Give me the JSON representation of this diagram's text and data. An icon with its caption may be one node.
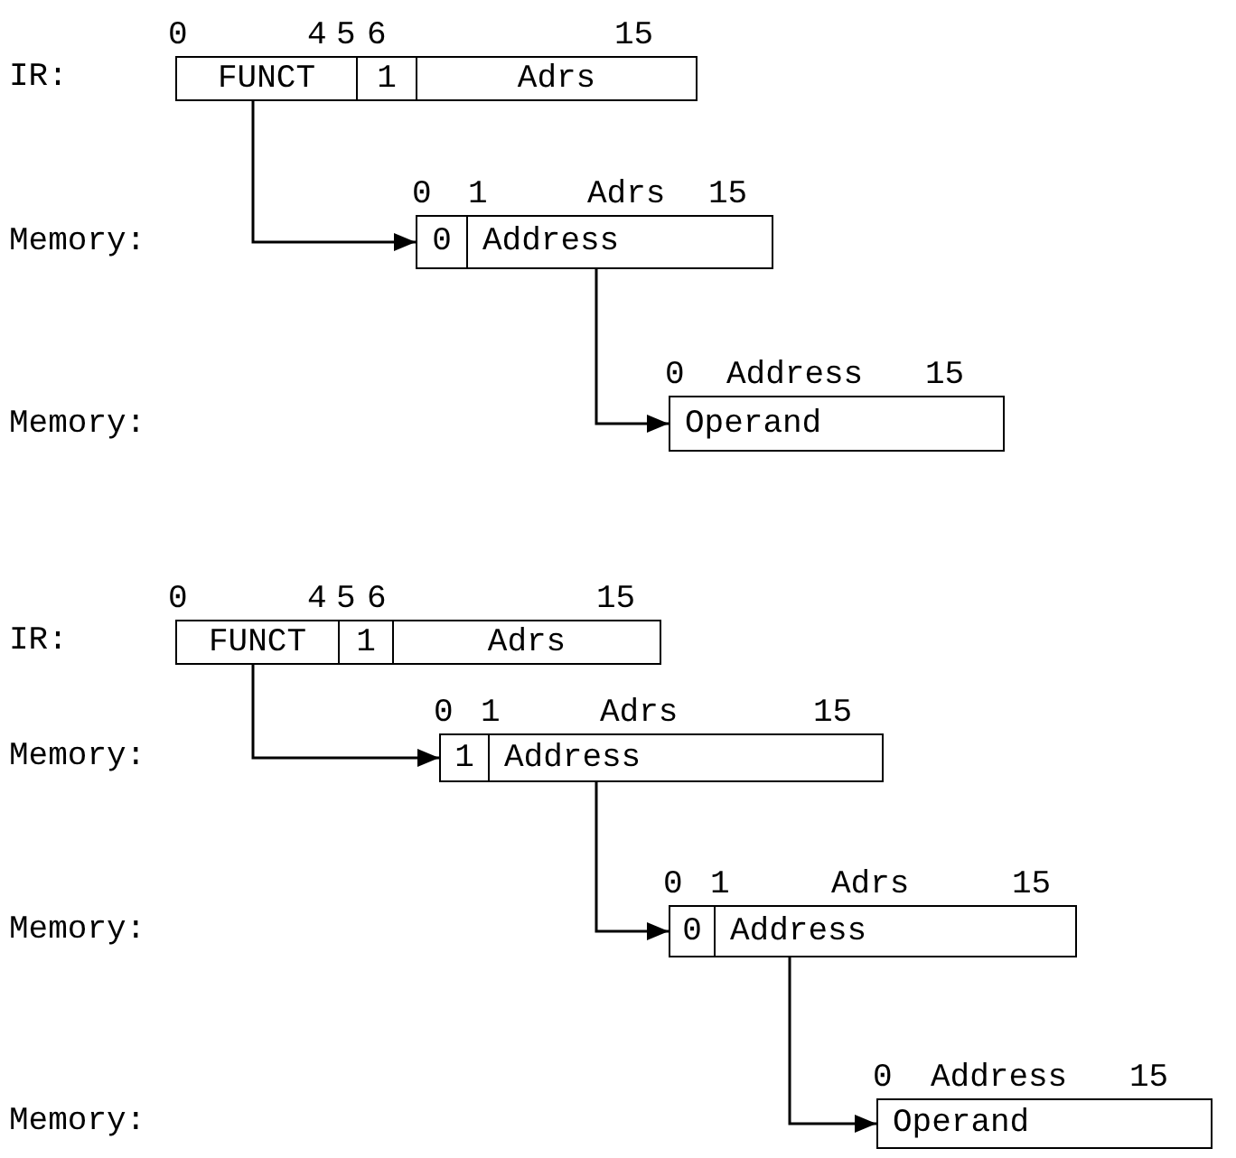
{
  "diagram": {
    "nodes": [
      {
        "text": [
          "FUNCT"
        ]
      },
      {
        "text": [
          "1"
        ]
      },
      {
        "text": [
          "Adrs"
        ]
      },
      {
        "text": [
          "0"
        ]
      },
      {
        "text": [
          "Address"
        ]
      },
      {
        "text": [
          "Operand"
        ]
      },
      {
        "text": [
          "FUNCT"
        ]
      },
      {
        "text": [
          "1"
        ]
      },
      {
        "text": [
          "Adrs"
        ]
      },
      {
        "text": [
          "1"
        ]
      },
      {
        "text": [
          "Address"
        ]
      },
      {
        "text": [
          "0"
        ]
      },
      {
        "text": [
          "Address"
        ]
      },
      {
        "text": [
          "Operand"
        ]
      }
    ],
    "edges": [
      {
        "from": 0,
        "to": 3,
        "arrow": "to"
      },
      {
        "from": 4,
        "to": 5,
        "arrow": "to"
      },
      {
        "from": 6,
        "to": 9,
        "arrow": "to"
      },
      {
        "from": 10,
        "to": 11,
        "arrow": "to"
      },
      {
        "from": 12,
        "to": 13,
        "arrow": "to"
      }
    ],
    "labels": [
      "0",
      "4",
      "5",
      "6",
      "15",
      "IR:",
      "0",
      "1",
      "Adrs",
      "15",
      "Memory:",
      "0",
      "Address",
      "15",
      "Memory:",
      "0",
      "4",
      "5",
      "6",
      "15",
      "IR:",
      "0",
      "1",
      "Adrs",
      "15",
      "Memory:",
      "0",
      "1",
      "Adrs",
      "15",
      "Memory:",
      "0",
      "Address",
      "15",
      "Memory:"
    ]
  }
}
